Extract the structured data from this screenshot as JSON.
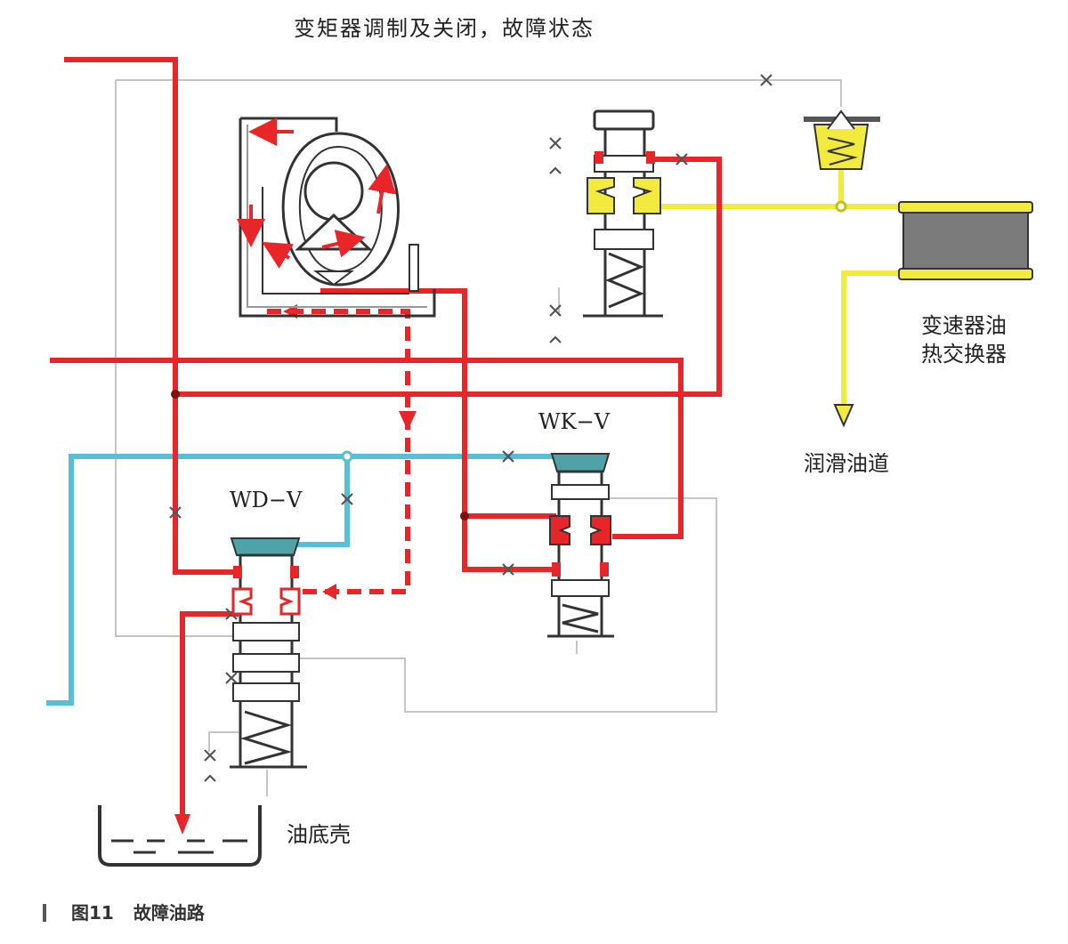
{
  "diagram": {
    "title": "变矩器调制及关闭，故障状态",
    "labels": {
      "wk_valve": "WK−V",
      "wd_valve": "WD−V",
      "heat_exchanger_line1": "变速器油",
      "heat_exchanger_line2": "热交换器",
      "lubrication": "润滑油道",
      "oil_pan": "油底壳"
    },
    "caption": {
      "figure_number": "图11",
      "text": "故障油路"
    },
    "colors": {
      "pressure_line": "#e8262a",
      "cooler_line": "#f2ea3c",
      "control_line": "#58bfd6",
      "return_line": "#c4c4c4",
      "valve_outline": "#333333",
      "valve_cap": "#4fa3a8"
    }
  }
}
